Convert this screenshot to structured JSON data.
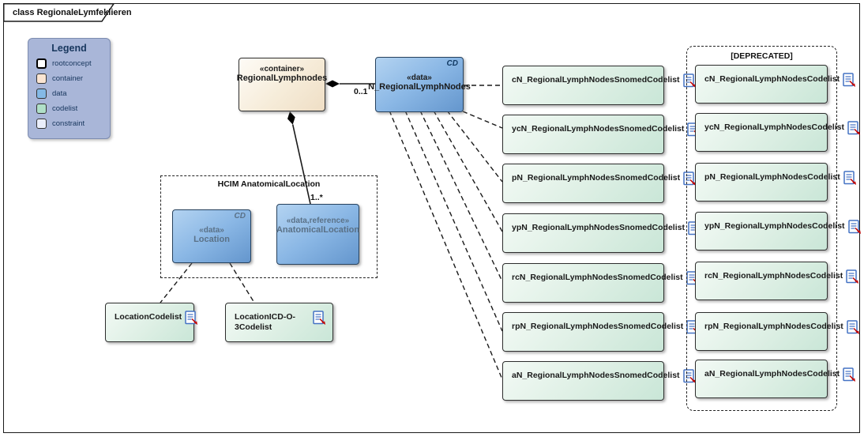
{
  "diagram": {
    "tab_label": "class RegionaleLymfeklieren"
  },
  "legend": {
    "title": "Legend",
    "items": [
      {
        "label": "rootconcept",
        "color": "#ffffff"
      },
      {
        "label": "container",
        "color": "#fbe5d2"
      },
      {
        "label": "data",
        "color": "#84b9e6"
      },
      {
        "label": "codelist",
        "color": "#b0e0c8"
      },
      {
        "label": "constraint",
        "color": "#eaeefb"
      }
    ],
    "panel_color": "#a9b6d8"
  },
  "classes": {
    "container": {
      "stereotype": "«container»",
      "name": "RegionalLymphnodes"
    },
    "data": {
      "stereotype": "«data»",
      "name": "N_RegionalLymphNodes",
      "corner_tag": "CD"
    },
    "location": {
      "stereotype": "«data»",
      "name": "Location",
      "corner_tag": "CD"
    },
    "anatomical_location": {
      "stereotype": "«data,reference»",
      "name": "AnatomicalLocation"
    }
  },
  "groups": {
    "hcim": {
      "title": "HCIM AnatomicalLocation"
    },
    "deprecated": {
      "title": "[DEPRECATED]"
    }
  },
  "relations": {
    "container_to_data_multiplicity": "0..1",
    "container_to_anatomical_multiplicity": "1..*"
  },
  "codelists": {
    "location": [
      {
        "label": "LocationCodelist"
      },
      {
        "label": "LocationICD-O-3Codelist"
      }
    ],
    "snomed": [
      {
        "label": "cN_RegionalLymphNodesSnomedCodelist"
      },
      {
        "label": "ycN_RegionalLymphNodesSnomedCodelist"
      },
      {
        "label": "pN_RegionalLymphNodesSnomedCodelist"
      },
      {
        "label": "ypN_RegionalLymphNodesSnomedCodelist"
      },
      {
        "label": "rcN_RegionalLymphNodesSnomedCodelist"
      },
      {
        "label": "rpN_RegionalLymphNodesSnomedCodelist"
      },
      {
        "label": "aN_RegionalLymphNodesSnomedCodelist"
      }
    ],
    "deprecated": [
      {
        "label": "cN_RegionalLymphNodesCodelist"
      },
      {
        "label": "ycN_RegionalLymphNodesCodelist"
      },
      {
        "label": "pN_RegionalLymphNodesCodelist"
      },
      {
        "label": "ypN_RegionalLymphNodesCodelist"
      },
      {
        "label": "rcN_RegionalLymphNodesCodelist"
      },
      {
        "label": "rpN_RegionalLymphNodesCodelist"
      },
      {
        "label": "aN_RegionalLymphNodesCodelist"
      }
    ]
  },
  "icons": {
    "codelist_doc": "document-export-icon"
  },
  "colors": {
    "data_fill": "#84b9e6",
    "codelist_fill": "#cfe9db",
    "container_fill": "#f6ecd9",
    "legend_panel": "#a9b6d8",
    "doc_icon_blue": "#4472c4",
    "doc_icon_red": "#c00000",
    "line": "#1a1a1a"
  }
}
